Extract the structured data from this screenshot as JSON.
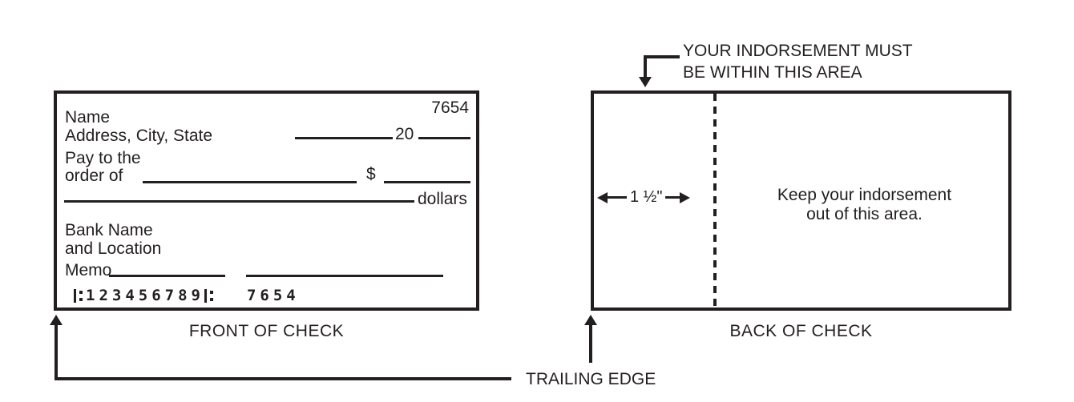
{
  "colors": {
    "ink": "#231f20",
    "background": "#ffffff"
  },
  "annotation_top": {
    "line1": "YOUR INDORSEMENT MUST",
    "line2": "BE WITHIN THIS AREA"
  },
  "front_check": {
    "check_number": "7654",
    "name_label": "Name",
    "address_label": "Address, City, State",
    "date_prefix": "20",
    "pay_line1": "Pay to the",
    "pay_line2": "order of",
    "dollar_sign": "$",
    "dollars_label": "dollars",
    "bank_line1": "Bank Name",
    "bank_line2": "and Location",
    "memo_label": "Memo",
    "micr": {
      "routing": "123456789",
      "check_number": "7654"
    },
    "caption": "FRONT OF CHECK"
  },
  "back_check": {
    "measurement": "1 ½\"",
    "keep_out_line1": "Keep your indorsement",
    "keep_out_line2": "out of this area.",
    "caption": "BACK OF CHECK"
  },
  "trailing_edge_label": "TRAILING EDGE"
}
